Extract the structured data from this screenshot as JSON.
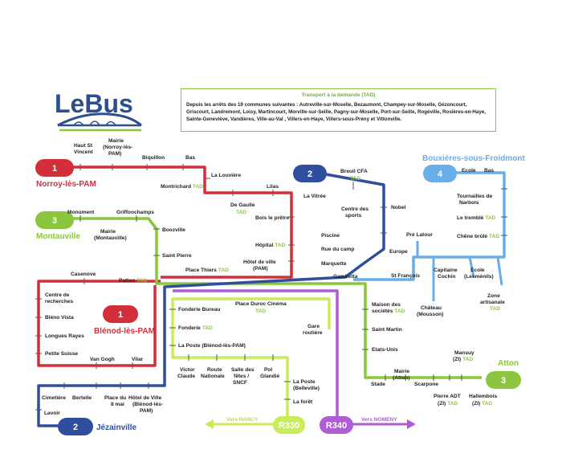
{
  "logo": {
    "text": "LeBus"
  },
  "info": {
    "title": "Transport à la demande (TAD)",
    "body": "Depuis les arrêts des 19 communes suivantes : Autreville-sur-Moselle, Bezaumont, Champey-sur-Moselle, Gézoncourt, Griscourt, Landremont, Loisy, Martincourt, Morville-sur-Seille, Pagny-sur-Moselle, Port-sur-Seille, Rogéville, Rosières-en-Haye, Sainte-Geneviève, Vandières, Ville-au-Val , Villers-en-Haye, Villers-sous-Prény et Vittonville."
  },
  "lines": [
    {
      "number": "1",
      "terminus": "Norroy-lès-PAM",
      "color": "#d32f3a"
    },
    {
      "number": "2",
      "terminus": "Jézainville",
      "color": "#2f4f9e"
    },
    {
      "number": "3",
      "terminus": "Montauville",
      "color": "#8cc63f"
    },
    {
      "number": "4",
      "terminus": "Bouxières-sous-Froidmont",
      "color": "#6aaee8"
    },
    {
      "number": "1",
      "terminus": "Blénod-lès-PAM",
      "color": "#d32f3a"
    },
    {
      "number": "3",
      "terminus": "Atton",
      "color": "#8cc63f"
    },
    {
      "number": "R330",
      "terminus": "Vers NANCY",
      "color": "#c9ec5a"
    },
    {
      "number": "R340",
      "terminus": "Vers NOMENY",
      "color": "#b05cd6"
    }
  ],
  "tad_label": "TAD",
  "stops": {
    "haut_st_vincent": [
      "Haut St",
      "Vincent"
    ],
    "mairie_norroy": [
      "Mairie",
      "(Norroy-lès-",
      "PAM)"
    ],
    "biquillon": [
      "Biquillon"
    ],
    "bas": [
      "Bas"
    ],
    "la_louviere": [
      "La Louvière"
    ],
    "montrichard": [
      "Montrichard"
    ],
    "lilas": [
      "Lilas"
    ],
    "de_gaulle": [
      "De Gaulle"
    ],
    "bois_le_pretre": [
      "Bois le prêtre"
    ],
    "hopital": [
      "Hôpital"
    ],
    "hotel_de_ville_pam": [
      "Hôtel de ville",
      "(PAM)"
    ],
    "place_thiers": [
      "Place Thiers"
    ],
    "monument": [
      "Monument"
    ],
    "griffonchamps": [
      "Griffonchamps"
    ],
    "boozville": [
      "Boozville"
    ],
    "mairie_montauville": [
      "Mairie",
      "(Montauville)"
    ],
    "saint_pierre": [
      "Saint Pierre"
    ],
    "patton": [
      "Patton"
    ],
    "casenove": [
      "Casenove"
    ],
    "breuil_cfa": [
      "Breuil CFA"
    ],
    "la_vitree": [
      "La Vitrée"
    ],
    "centre_des_sports": [
      "Centre des",
      "sports"
    ],
    "nobel": [
      "Nobel"
    ],
    "piscine": [
      "Piscine"
    ],
    "rue_du_camp": [
      "Rue du camp"
    ],
    "marquette": [
      "Marquette"
    ],
    "gambetta": [
      "Gambetta"
    ],
    "st_francois": [
      "St François"
    ],
    "europe": [
      "Europe"
    ],
    "pre_latour": [
      "Pré Latour"
    ],
    "ecole_bouxieres": [
      "Ecole"
    ],
    "bas_bouxieres": [
      "Bas"
    ],
    "tournailles": [
      "Tournailles de",
      "Narbois"
    ],
    "le_tremble": [
      "Le tremblé"
    ],
    "chene_brule": [
      "Chêne brûlé"
    ],
    "capitaine_cochin": [
      "Capitaine",
      "Cochin"
    ],
    "ecole_lesmenils": [
      "Ecole",
      "(Lesménils)"
    ],
    "chateau_mousson": [
      "Château",
      "(Mousson)"
    ],
    "zone_artisanale": [
      "Zone",
      "artisanale"
    ],
    "centre_recherches": [
      "Centre de",
      "recherches"
    ],
    "bleno_vista": [
      "Bléno Vista"
    ],
    "longues_rayes": [
      "Longues Rayes"
    ],
    "petite_suisse": [
      "Petite Suisse"
    ],
    "van_gogh": [
      "Van Gogh"
    ],
    "vilar": [
      "Vilar"
    ],
    "fonderie_bureau": [
      "Fonderie Bureau"
    ],
    "fonderie": [
      "Fonderie"
    ],
    "la_poste_blenod": [
      "La Poste (Blénod-lès-PAM)"
    ],
    "place_duroc": [
      "Place Duroc Cinéma"
    ],
    "gare_routiere": [
      "Gare",
      "routière"
    ],
    "victor_claude": [
      "Victor",
      "Claude"
    ],
    "route_nationale": [
      "Route",
      "Nationale"
    ],
    "salle_des_fetes": [
      "Salle des",
      "fêtes /",
      "SNCF"
    ],
    "pol_glandie": [
      "Pol",
      "Glandié"
    ],
    "la_poste_belleville": [
      "La Poste",
      "(Belleville)"
    ],
    "la_foret": [
      "La forêt"
    ],
    "maison_des_societes": [
      "Maison des",
      "sociétés"
    ],
    "saint_martin": [
      "Saint Martin"
    ],
    "etats_unis": [
      "Etats-Unis"
    ],
    "stade": [
      "Stade"
    ],
    "mairie_atton": [
      "Mairie",
      "(Atton)"
    ],
    "scarpone": [
      "Scarpone"
    ],
    "mansuy": [
      "Mansuy",
      "(ZI)"
    ],
    "pierre_adt": [
      "Pierre ADT",
      "(ZI)"
    ],
    "hallembois": [
      "Hallembois",
      "(ZI)"
    ],
    "cimetiere": [
      "Cimetière"
    ],
    "bertelle": [
      "Bertelle"
    ],
    "place_du_8_mai": [
      "Place du",
      "8 mai"
    ],
    "hotel_de_ville_blenod": [
      "Hôtel de Ville",
      "(Blénod-lès-",
      "PAM)"
    ],
    "lavoir": [
      "Lavoir"
    ]
  }
}
